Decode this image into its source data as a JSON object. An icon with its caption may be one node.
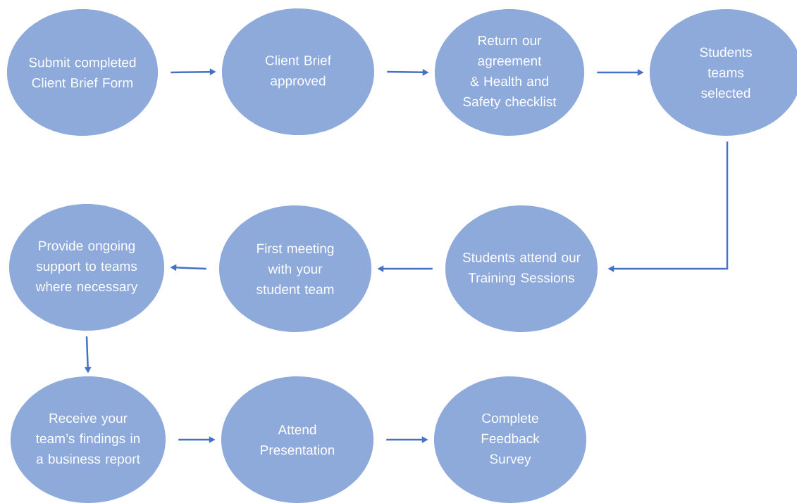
{
  "diagram": {
    "nodes": [
      {
        "text": [
          "Submit completed Client Brief Form"
        ]
      },
      {
        "text": [
          "Client Brief approved"
        ]
      },
      {
        "text": [
          "Return our agreement & Health and Safety checklist"
        ]
      },
      {
        "text": [
          "Students teams selected"
        ]
      },
      {
        "text": [
          "Students attend our Training Sessions"
        ]
      },
      {
        "text": [
          "First meeting with your student team"
        ]
      },
      {
        "text": [
          "Provide ongoing support to teams where necessary"
        ]
      },
      {
        "text": [
          "Receive your team’s findings in a business report"
        ]
      },
      {
        "text": [
          "Attend Presentation"
        ]
      },
      {
        "text": [
          "Complete Feedback Survey"
        ]
      }
    ],
    "edges": [
      {
        "from": 0,
        "to": 1,
        "arrow": "to"
      },
      {
        "from": 1,
        "to": 2,
        "arrow": "to"
      },
      {
        "from": 2,
        "to": 3,
        "arrow": "to"
      },
      {
        "from": 3,
        "to": 4,
        "arrow": "to"
      },
      {
        "from": 4,
        "to": 5,
        "arrow": "to"
      },
      {
        "from": 5,
        "to": 6,
        "arrow": "to"
      },
      {
        "from": 6,
        "to": 7,
        "arrow": "to"
      },
      {
        "from": 7,
        "to": 8,
        "arrow": "to"
      },
      {
        "from": 8,
        "to": 9,
        "arrow": "to"
      }
    ]
  }
}
